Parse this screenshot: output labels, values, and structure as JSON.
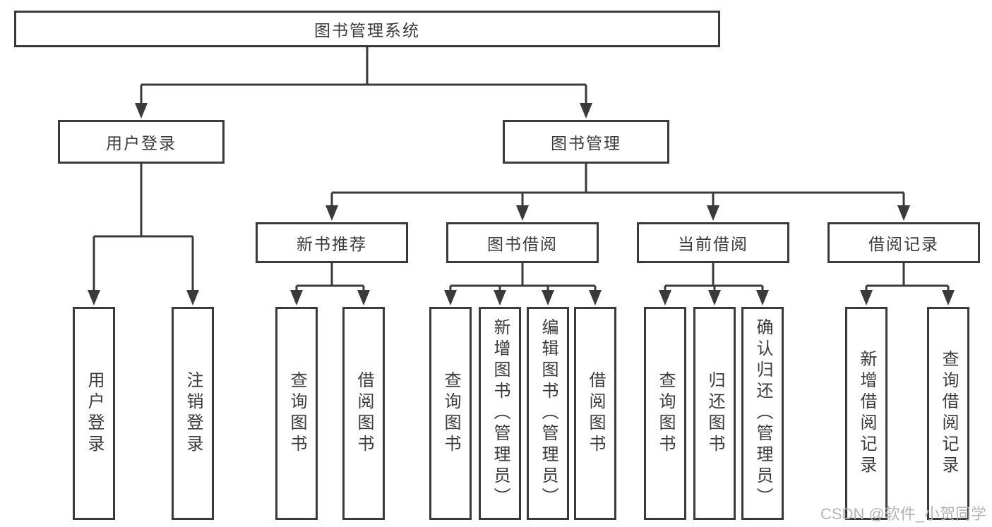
{
  "diagram": {
    "colors": {
      "line": "#3a3a3a",
      "border": "#3a3a3a",
      "text": "#3a3a3a",
      "watermark": "#b4b4ba",
      "background": "#ffffff"
    },
    "nodes": {
      "root": "图书管理系统",
      "user_login_branch": "用户登录",
      "book_management": "图书管理",
      "new_book_recommend": "新书推荐",
      "book_borrowing": "图书借阅",
      "current_borrowing": "当前借阅",
      "borrowing_records": "借阅记录"
    },
    "leaves": {
      "user_login": "用户登录",
      "logout": "注销登录",
      "nb_query_books": "查询图书",
      "nb_borrow_books": "借阅图书",
      "bb_query_books": "查询图书",
      "bb_add_books_admin": "新增图书（管理员）",
      "bb_edit_books_admin": "编辑图书（管理员）",
      "bb_borrow_books": "借阅图书",
      "cb_query_books": "查询图书",
      "cb_return_books": "归还图书",
      "cb_confirm_return_admin": "确认归还（管理员）",
      "br_add_record": "新增借阅记录",
      "br_query_record": "查询借阅记录"
    },
    "watermark": "CSDN @软件_小贺同学"
  }
}
